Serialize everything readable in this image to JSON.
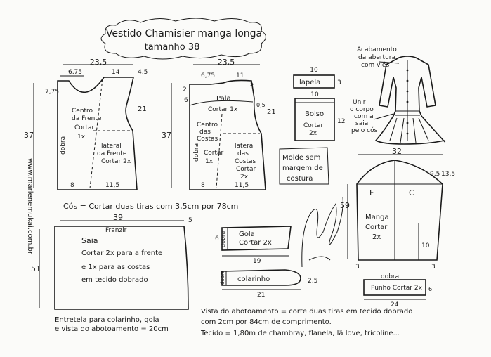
{
  "title": {
    "line1": "Vestido Chamisier manga longa",
    "line2": "tamanho 38"
  },
  "website": "www.marlenemukai.com.br",
  "front_piece": {
    "top_width": "23,5",
    "neck_width": "6,75",
    "shoulder_a": "14",
    "shoulder_b": "4,5",
    "neck_depth": "7,75",
    "side_drop": "21",
    "height": "37",
    "label": [
      "Centro",
      "da Frente",
      "Cortar",
      "1x"
    ],
    "fold_label": "dobra",
    "side_label": [
      "lateral",
      "da Frente",
      "Cortar 2x"
    ],
    "bottom_left": "8",
    "bottom_right": "11,5"
  },
  "back_piece": {
    "top_width": "23,5",
    "neck_width": "6,75",
    "shoulder": "11",
    "neck_depth": "2",
    "yoke_height": "6",
    "yoke_side": "0,5",
    "yoke_extra": "5",
    "side_drop": "21",
    "height": "37",
    "yoke_label": [
      "Pala",
      "Cortar 1x"
    ],
    "center_label": [
      "Centro",
      "das",
      "Costas"
    ],
    "center_cut": [
      "Cortar",
      "1x"
    ],
    "fold_label": "dobra",
    "side_label": [
      "lateral",
      "das",
      "Costas",
      "Cortar",
      "2x"
    ],
    "bottom_left": "8",
    "bottom_right": "11,5"
  },
  "lapel": {
    "width": "10",
    "height": "3",
    "label": "lapela"
  },
  "pocket": {
    "width": "10",
    "height": "12",
    "label": [
      "Bolso",
      "Cortar",
      "2x"
    ]
  },
  "notes": {
    "opening": [
      "Acabamento",
      "da abertura",
      "com viés"
    ],
    "join": [
      "Unir",
      "o corpo",
      "com a",
      "saia",
      "pelo cós"
    ],
    "no_seam": [
      "Molde sem",
      "margem de",
      "costura"
    ]
  },
  "sleeve": {
    "width": "32",
    "height": "59",
    "cap_right": "9,5",
    "cap_side": "13,5",
    "front_mark": "F",
    "back_mark": "C",
    "label": [
      "Manga",
      "Cortar",
      "2x"
    ],
    "slit": "10",
    "bottom_left": "3",
    "bottom_right": "3"
  },
  "waistband": {
    "text": "Cós = Cortar duas tiras com 3,5cm por 78cm"
  },
  "skirt": {
    "width": "39",
    "side_drop": "5",
    "height": "51",
    "gather": "Franzir",
    "label": [
      "Saia",
      "Cortar 2x para a frente",
      "e 1x para as costas",
      "em tecido dobrado"
    ]
  },
  "collar": {
    "width": "19",
    "height": "6",
    "fold": "dobra",
    "label": [
      "Gola",
      "Cortar 2x"
    ]
  },
  "stand": {
    "width": "21",
    "height": "2,5",
    "fold": "dobra",
    "label": "colarinho"
  },
  "cuff": {
    "width": "24",
    "height": "6",
    "fold": "dobra",
    "label": "Punho  Cortar 2x"
  },
  "interfacing": [
    "Entretela para colarinho, gola",
    "e vista do abotoamento = 20cm"
  ],
  "placket": [
    "Vista do abotoamento = corte duas tiras em tecido dobrado",
    "com 2cm por 84cm de comprimento.",
    "Tecido = 1,80m de chambray, flanela, lã love, tricoline..."
  ]
}
